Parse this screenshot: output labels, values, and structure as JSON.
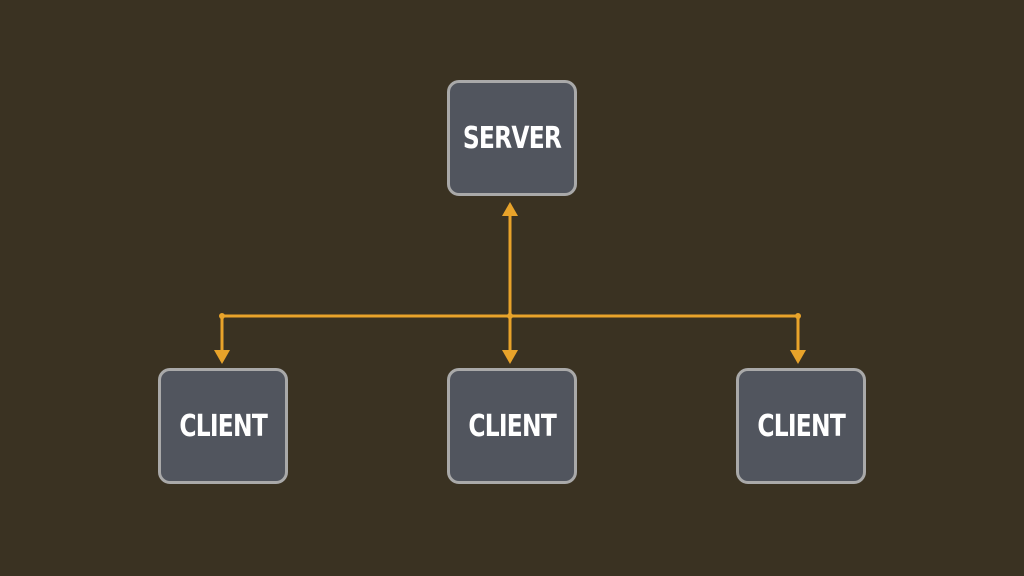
{
  "diagram": {
    "type": "client-server",
    "colors": {
      "background": "#3a3222",
      "node_fill": "#51555e",
      "node_border": "#a9a9a9",
      "node_text": "#ffffff",
      "connector": "#e8a32a"
    },
    "server": {
      "label": "SERVER"
    },
    "clients": [
      {
        "label": "CLIENT"
      },
      {
        "label": "CLIENT"
      },
      {
        "label": "CLIENT"
      }
    ],
    "edges": [
      {
        "from": "server",
        "to": "client-1",
        "arrowheads": "both"
      },
      {
        "from": "server",
        "to": "client-2",
        "arrowheads": "both"
      },
      {
        "from": "server",
        "to": "client-3",
        "arrowheads": "both"
      }
    ]
  }
}
